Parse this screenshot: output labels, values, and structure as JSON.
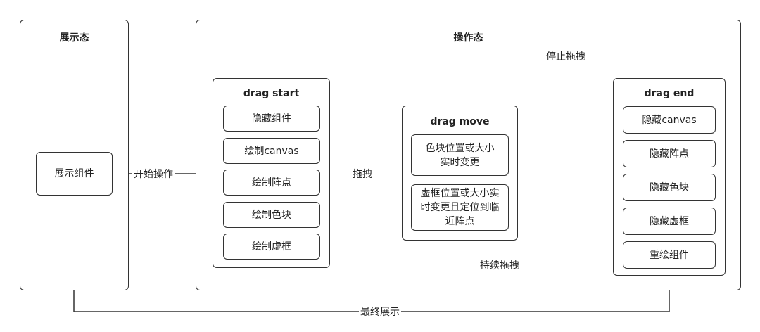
{
  "left_panel": {
    "title": "展示态",
    "component": "展示组件"
  },
  "right_panel": {
    "title": "操作态"
  },
  "drag_start": {
    "title": "drag start",
    "steps": [
      "隐藏组件",
      "绘制canvas",
      "绘制阵点",
      "绘制色块",
      "绘制虚框"
    ]
  },
  "drag_move": {
    "title": "drag move",
    "steps": [
      "色块位置或大小实时变更",
      "虚框位置或大小实时变更且定位到临近阵点"
    ]
  },
  "drag_end": {
    "title": "drag end",
    "steps": [
      "隐藏canvas",
      "隐藏阵点",
      "隐藏色块",
      "隐藏虚框",
      "重绘组件"
    ]
  },
  "edges": {
    "start_operation": "开始操作",
    "drag": "拖拽",
    "stop_drag": "停止拖拽",
    "continue_drag": "持续拖拽",
    "final_display": "最终展示"
  }
}
